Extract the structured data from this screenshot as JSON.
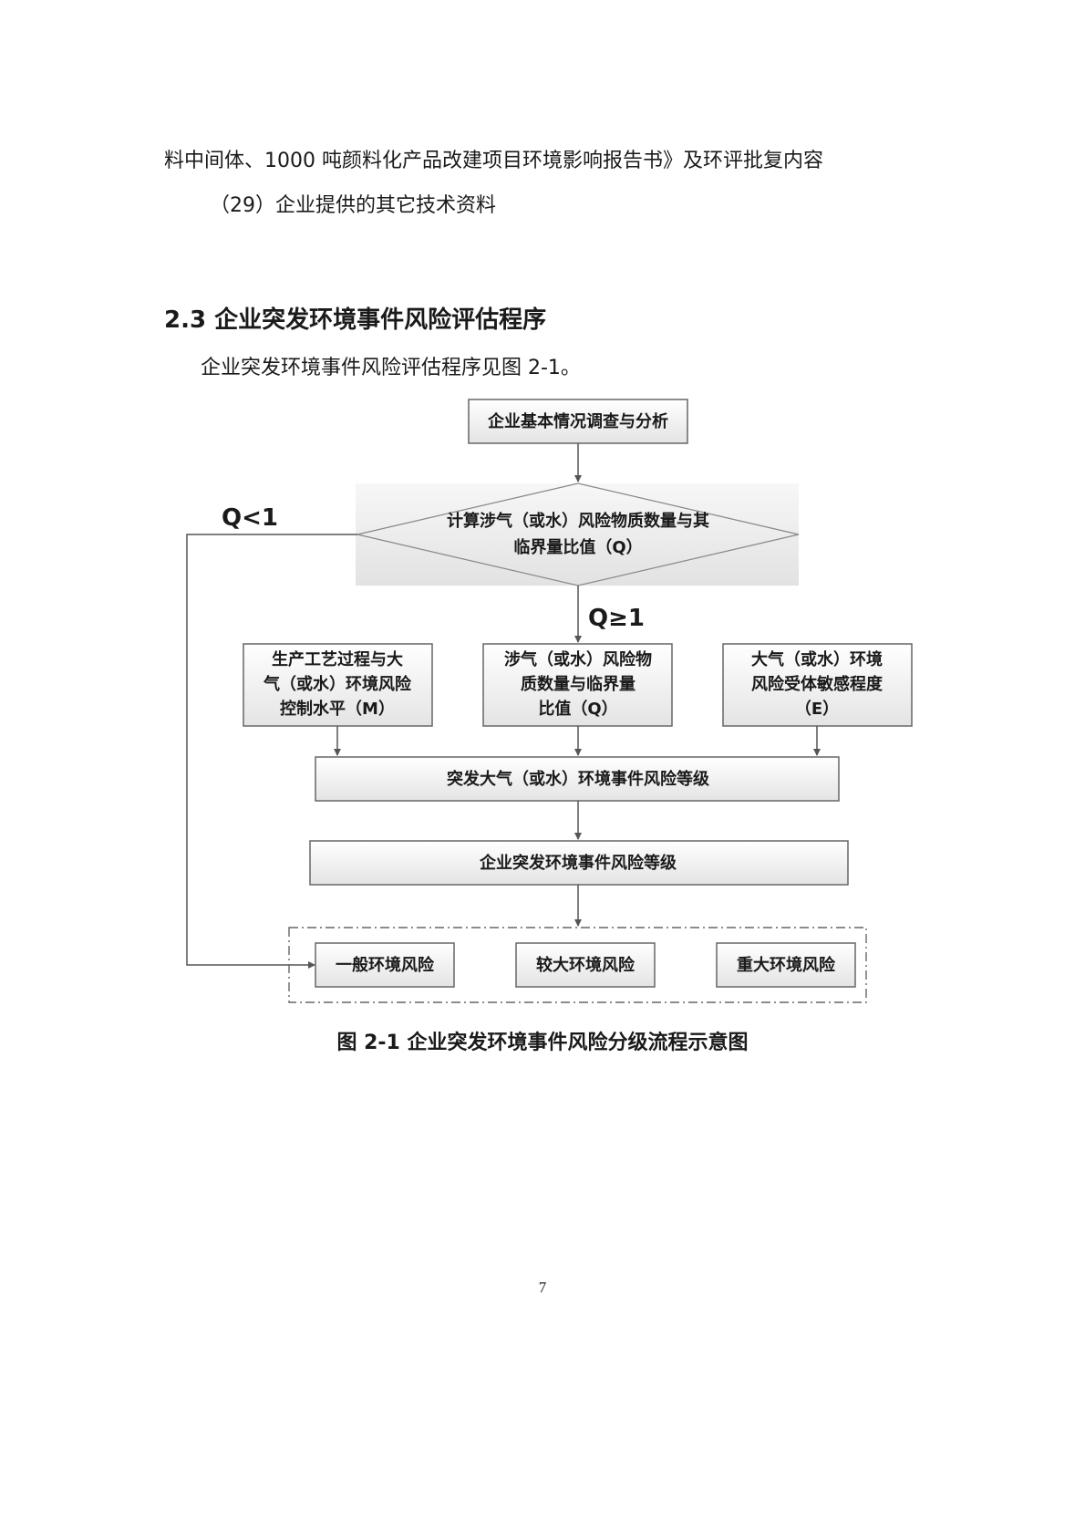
{
  "text": {
    "line1": "料中间体、1000 吨颜料化产品改建项目环境影响报告书》及环评批复内容",
    "line2": "（29）企业提供的其它技术资料",
    "section_heading": "2.3 企业突发环境事件风险评估程序",
    "intro": "企业突发环境事件风险评估程序见图 2-1。"
  },
  "diagram": {
    "box_survey": "企业基本情况调查与分析",
    "decision_line1": "计算涉气（或水）风险物质数量与其",
    "decision_line2": "临界量比值（Q）",
    "label_lt": "Q<1",
    "label_ge": "Q≥1",
    "box_m": [
      "生产工艺过程与大",
      "气（或水）环境风险",
      "控制水平（M）"
    ],
    "box_q": [
      "涉气（或水）风险物",
      "质数量与临界量",
      "比值（Q）"
    ],
    "box_e": [
      "大气（或水）环境",
      "风险受体敏感程度",
      "（E）"
    ],
    "box_level_air_water": "突发大气（或水）环境事件风险等级",
    "box_level_enterprise": "企业突发环境事件风险等级",
    "risk_general": "一般环境风险",
    "risk_larger": "较大环境风险",
    "risk_major": "重大环境风险"
  },
  "caption": "图 2-1 企业突发环境事件风险分级流程示意图",
  "page_number": "7"
}
